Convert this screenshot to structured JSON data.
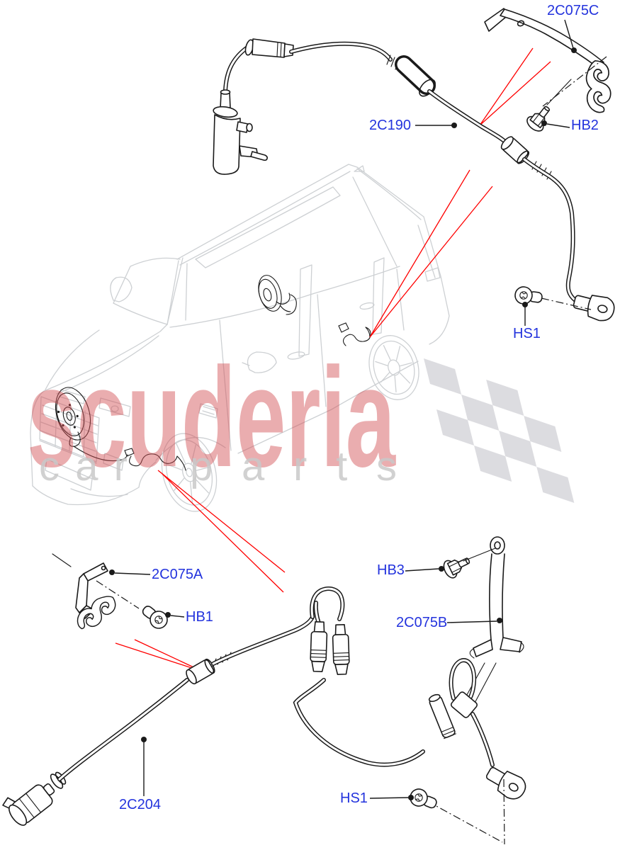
{
  "watermark": {
    "brand": "scuderia",
    "sub_word1": "car",
    "sub_word2": "parts"
  },
  "part_labels": {
    "bracket_top_right": "2C075C",
    "bolt_hb2": "HB2",
    "front_sensor_harness": "2C190",
    "screw_hs1_upper": "HS1",
    "bracket_bottom_left": "2C075A",
    "bolt_hb1": "HB1",
    "bolt_hb3": "HB3",
    "bracket_bottom_right": "2C075B",
    "rear_sensor_harness": "2C204",
    "screw_hs1_lower": "HS1"
  },
  "colors": {
    "label_blue": "#2333dd",
    "callout_red": "#ff0000",
    "line_black": "#1a1a1a",
    "car_gray": "#cdd0d3",
    "watermark_pink": "#d24b50",
    "watermark_gray": "#c9c9c9",
    "flag_gray": "#dcdce0",
    "bg": "#ffffff"
  }
}
